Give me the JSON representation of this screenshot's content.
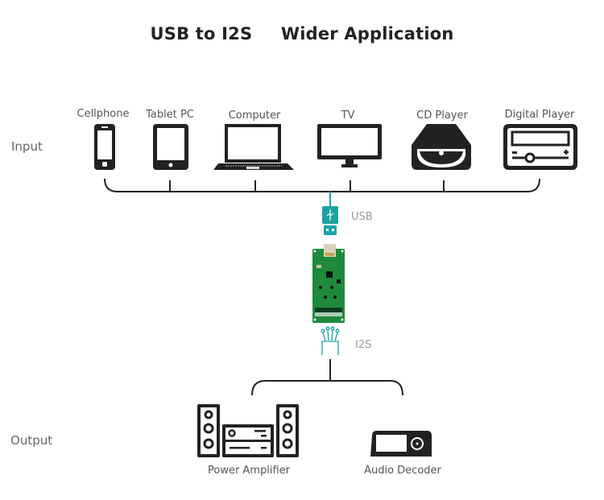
{
  "title": {
    "part1": "USB to I2S",
    "part2": "Wider Application"
  },
  "sections": {
    "input": "Input",
    "output": "Output"
  },
  "inputs": [
    {
      "label": "Cellphone",
      "icon": "cellphone-icon"
    },
    {
      "label": "Tablet PC",
      "icon": "tablet-icon"
    },
    {
      "label": "Computer",
      "icon": "laptop-icon"
    },
    {
      "label": "TV",
      "icon": "tv-icon"
    },
    {
      "label": "CD Player",
      "icon": "cd-player-icon"
    },
    {
      "label": "Digital Player",
      "icon": "digital-player-icon"
    }
  ],
  "connectors": {
    "usb": "USB",
    "i2s": "I2S"
  },
  "outputs": [
    {
      "label": "Power Amplifier",
      "icon": "stereo-system-icon"
    },
    {
      "label": "Audio Decoder",
      "icon": "audio-decoder-icon"
    }
  ],
  "colors": {
    "accent": "#1aa3a3",
    "board": "#1f8a3c",
    "line": "#222222"
  }
}
